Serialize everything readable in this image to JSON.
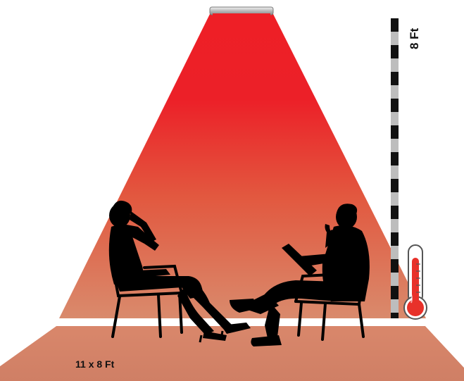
{
  "labels": {
    "height": "8 Ft",
    "area": "11 x 8 Ft"
  },
  "icons": {
    "heater": "infrared-heater-icon",
    "thermometer": "thermometer-icon",
    "measure": "height-measuring-stick",
    "people": "seated-people-silhouettes"
  },
  "colors": {
    "beam_top": "#ee1c25",
    "beam_bottom": "#d98466",
    "floor": "#d4846a",
    "thermometer_red": "#e8312a",
    "silhouette": "#000000"
  }
}
